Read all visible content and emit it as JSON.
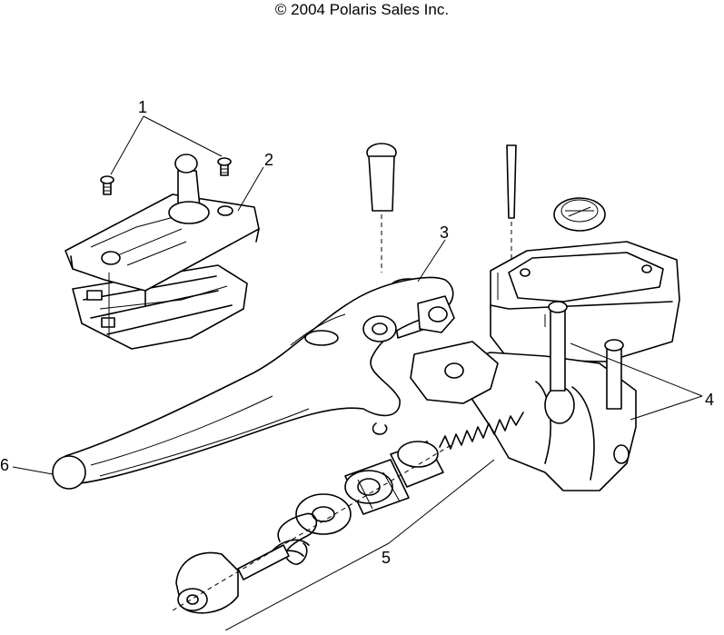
{
  "copyright": "© 2004 Polaris Sales Inc.",
  "callouts": [
    {
      "id": "1",
      "label": "1"
    },
    {
      "id": "2",
      "label": "2"
    },
    {
      "id": "3",
      "label": "3"
    },
    {
      "id": "4",
      "label": "4"
    },
    {
      "id": "5",
      "label": "5"
    },
    {
      "id": "6",
      "label": "6"
    }
  ]
}
